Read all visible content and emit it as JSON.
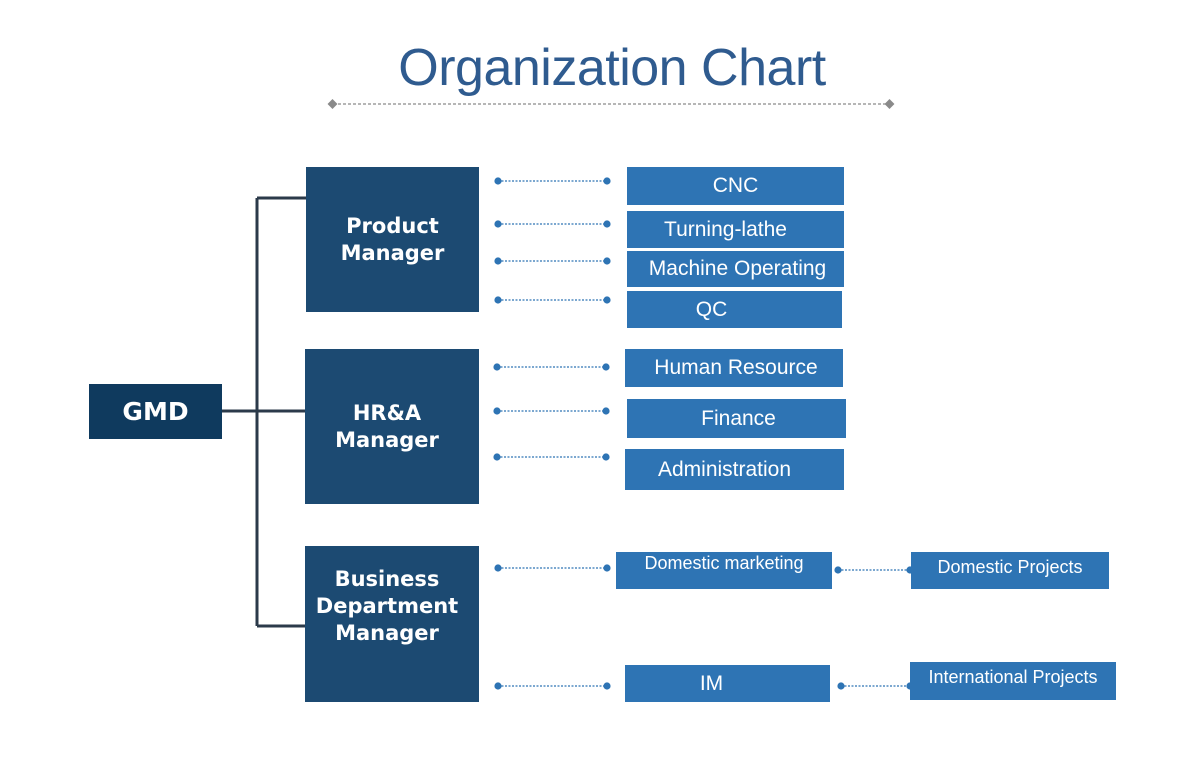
{
  "title": "Organization Chart",
  "colors": {
    "title": "#2f5b8f",
    "root": "#0f3a5e",
    "manager": "#1c4a72",
    "unit": "#2e74b4",
    "connector": "#2e74b4",
    "tree_line": "#2b3a4a"
  },
  "root": {
    "label": "GMD"
  },
  "managers": [
    {
      "label": "Product\nManager",
      "units": [
        {
          "label": "CNC"
        },
        {
          "label": "Turning-lathe"
        },
        {
          "label": "Machine Operating"
        },
        {
          "label": "QC"
        }
      ]
    },
    {
      "label": "HR&A\nManager",
      "units": [
        {
          "label": "Human Resource"
        },
        {
          "label": "Finance"
        },
        {
          "label": "Administration"
        }
      ]
    },
    {
      "label": "Business\nDepartment\nManager",
      "units": [
        {
          "label": "Domestic marketing",
          "child": {
            "label": "Domestic Projects"
          }
        },
        {
          "label": "IM",
          "child": {
            "label": "International Projects"
          }
        }
      ]
    }
  ]
}
